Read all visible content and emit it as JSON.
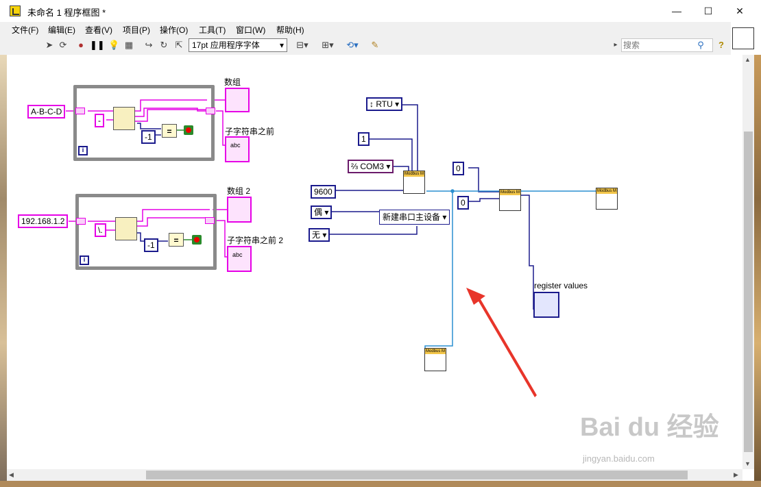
{
  "window": {
    "title": "未命名 1 程序框图 *",
    "minimize": "—",
    "maximize": "☐",
    "close": "✕"
  },
  "menu": [
    "文件(F)",
    "编辑(E)",
    "查看(V)",
    "项目(P)",
    "操作(O)",
    "工具(T)",
    "窗口(W)",
    "帮助(H)"
  ],
  "toolbar": {
    "font": "17pt 应用程序字体",
    "search_placeholder": "搜索",
    "arrow": "▸",
    "help": "?"
  },
  "diagram": {
    "loop1": {
      "input_string": "A-B-C-D",
      "separator": "-",
      "neg_one": "-1",
      "eq": "=",
      "iter": "i",
      "out_array_label": "数组",
      "out_string_label": "子字符串之前",
      "abc": "abc"
    },
    "loop2": {
      "input_string": "192.168.1.2",
      "separator": "\\.",
      "neg_one": "-1",
      "eq": "=",
      "iter": "i",
      "out_array_label": "数组 2",
      "out_string_label": "子字符串之前 2",
      "abc": "abc"
    },
    "modbus": {
      "mode": "RTU",
      "address": "1",
      "port": "COM3",
      "baud": "9600",
      "parity": "偶",
      "flow": "无",
      "create_master": "新建串口主设备",
      "start_address": "0",
      "count": "0",
      "register_label": "register values",
      "header": "Modbus M"
    }
  },
  "watermark": {
    "brand": "Bai du 经验",
    "url": "jingyan.baidu.com"
  },
  "colors": {
    "string_wire": "#e600e6",
    "numeric_wire": "#1a1a8c",
    "refnum_wire": "#2a8fd0",
    "arrow": "#e8352a"
  }
}
